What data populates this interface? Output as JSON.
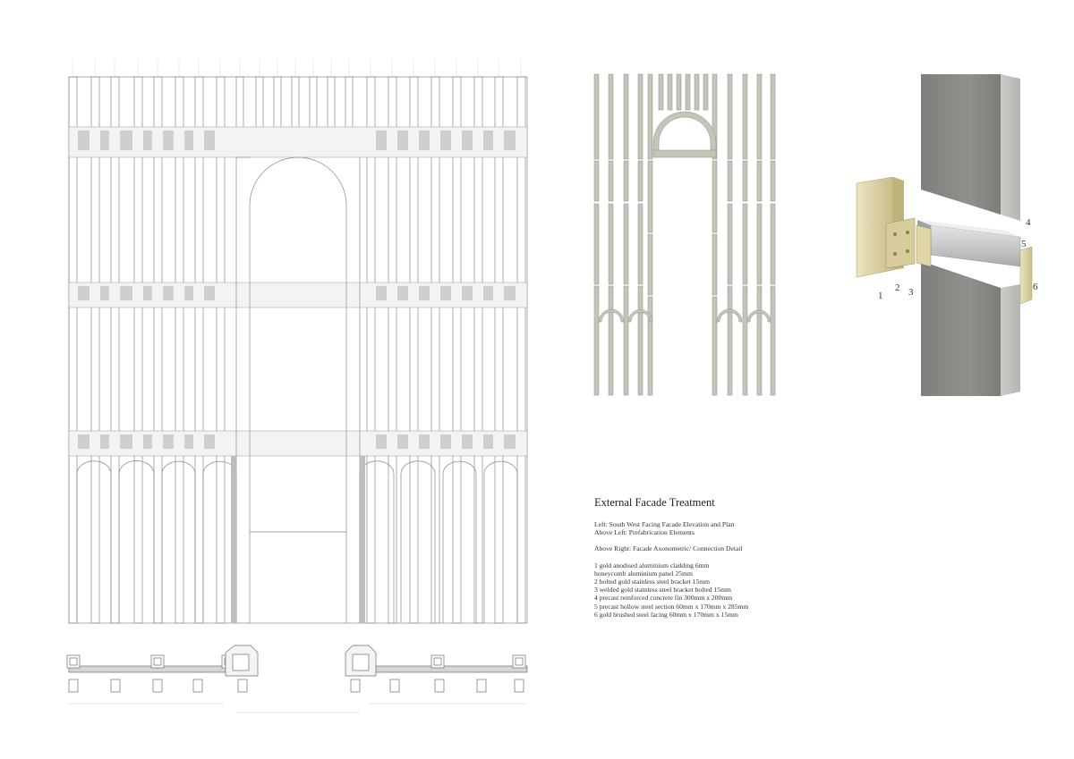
{
  "caption": {
    "title": "External Facade Treatment",
    "views": [
      "Left: South West Facing Facade Elevation and Plan",
      "Above Left: Prefabrication Elements"
    ],
    "detail_view": "Above Right: Facade Axonometric/ Connection Detail",
    "legend": [
      "1 gold anodised aluminium cladding 6mm",
      "honeycomb aluminium panel 25mm",
      "2 bolted gold stainless steel bracket 15mm",
      "3 welded gold stainless steel bracket bolted 15mm",
      "4 precast reinforced concrete fin 300mm x 200mm",
      "5 precast hollow steel section 60mm x 170mm x 285mm",
      "6 gold brushed steel facing 60mm x 170mm x 15mm"
    ]
  },
  "callouts": [
    "1",
    "2",
    "3",
    "4",
    "5",
    "6"
  ],
  "colors": {
    "line": "#9a9a9a",
    "concrete": "#b9bcb0",
    "concrete_dark": "#8e9088",
    "gold": "#d9cfa2",
    "steel": "#c6c8c8"
  }
}
